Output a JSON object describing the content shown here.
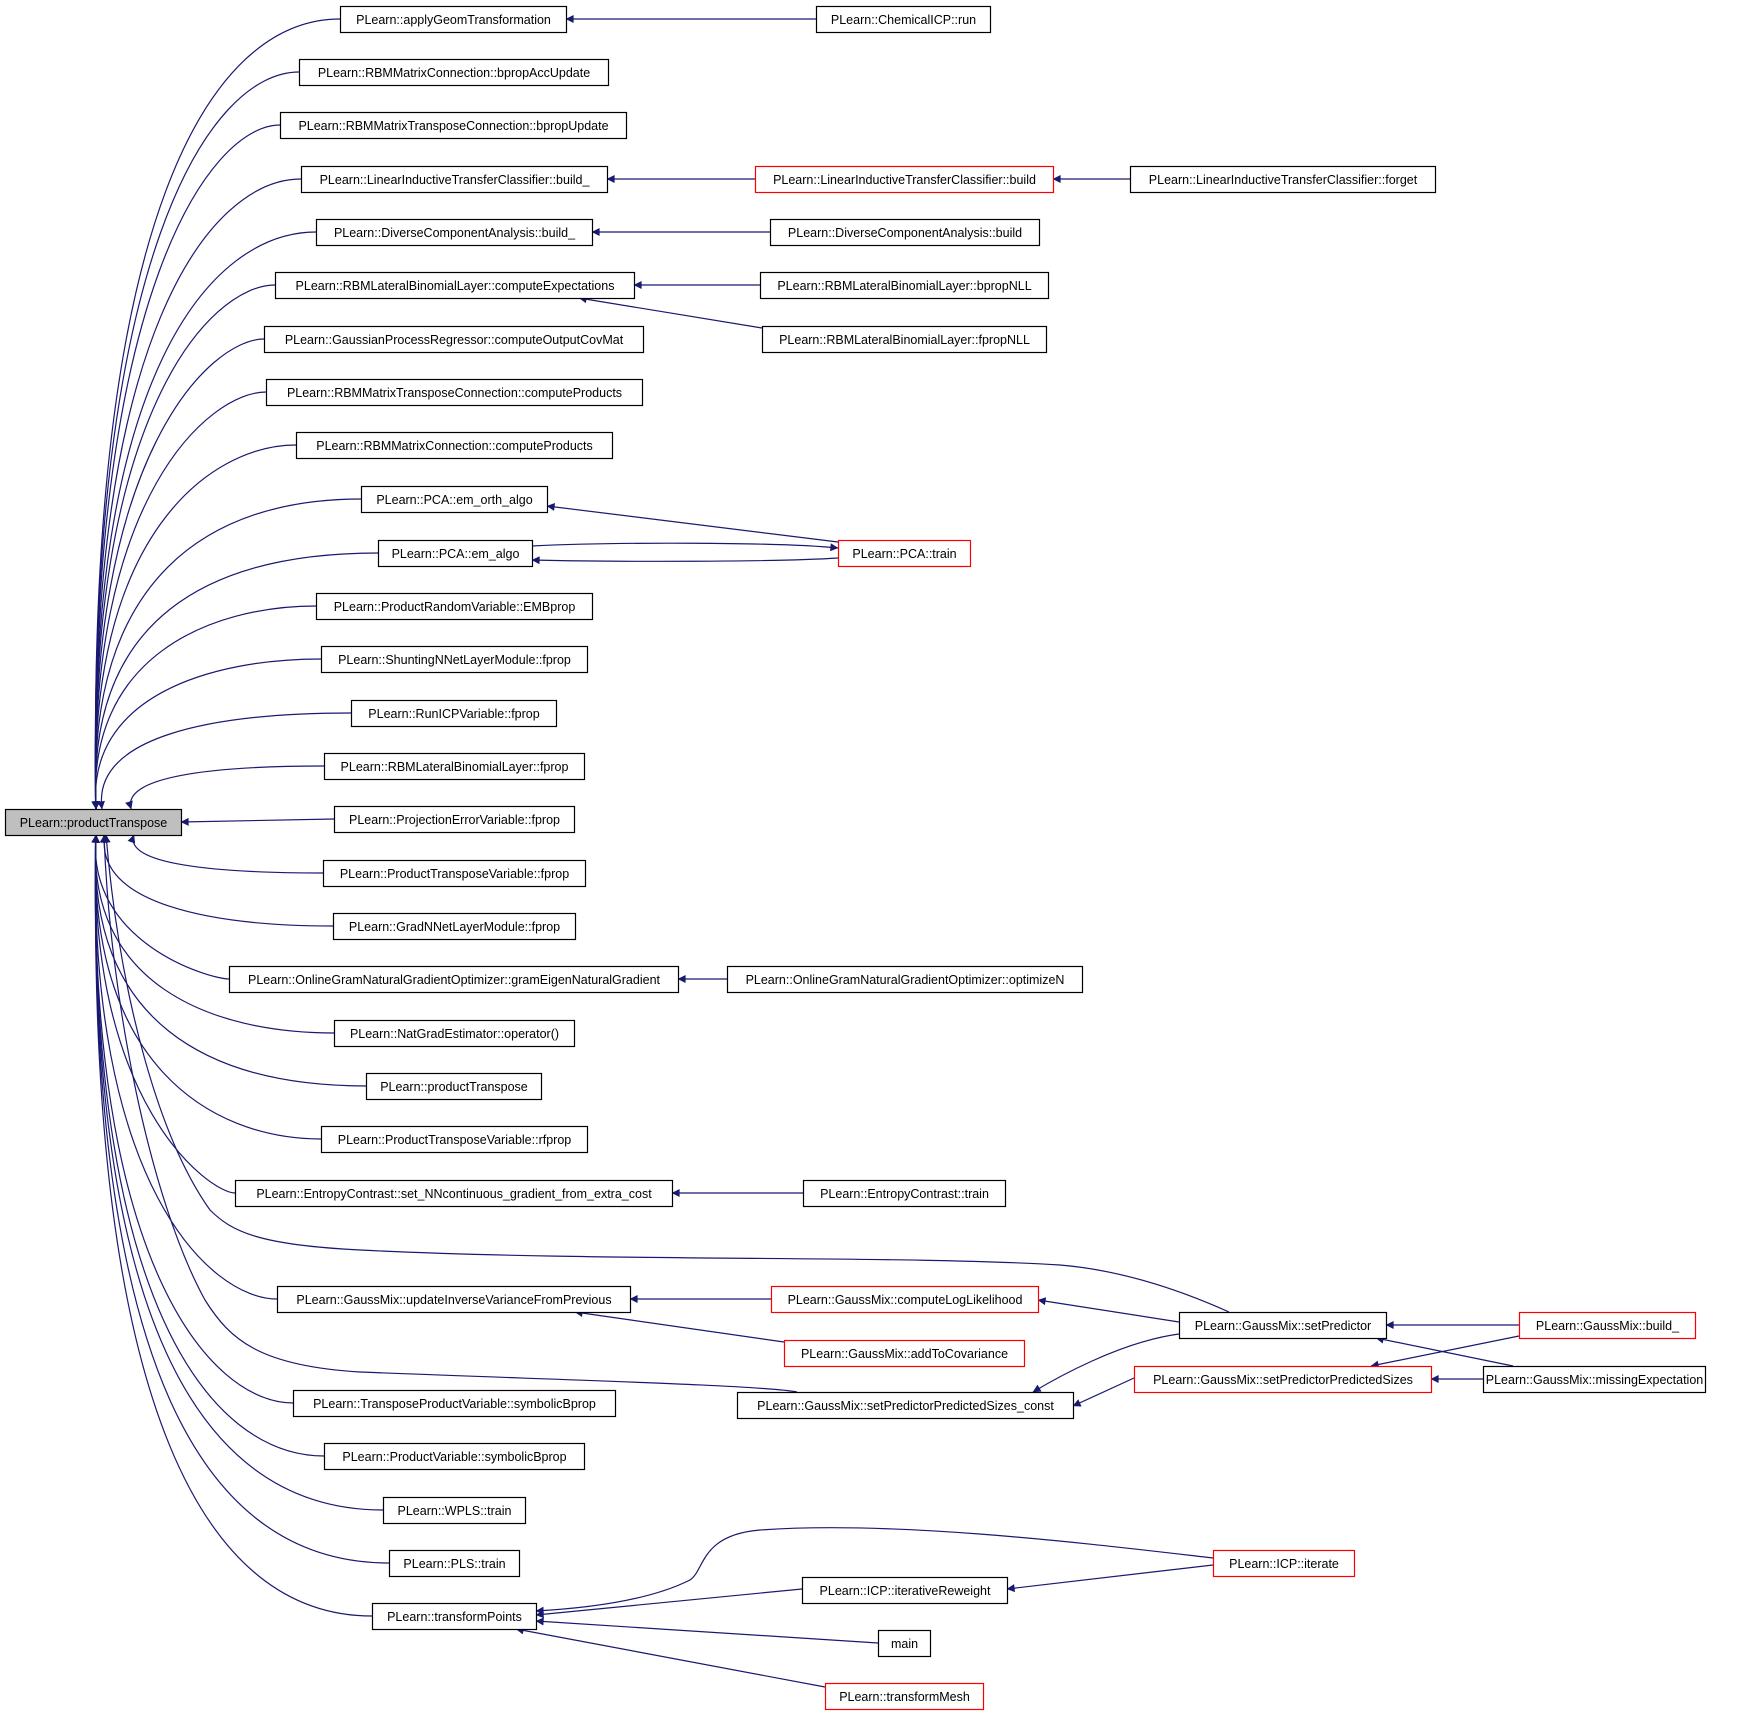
{
  "colors": {
    "edge": "#191970",
    "node_border": "#000000",
    "node_border_truncated": "#ff0000",
    "root_fill": "#bfbfbf",
    "node_fill": "#ffffff"
  },
  "nodes": [
    {
      "id": "root",
      "label": "PLearn::productTranspose",
      "style": "root"
    },
    {
      "id": "n1",
      "label": "PLearn::applyGeomTransformation",
      "style": "normal"
    },
    {
      "id": "n2",
      "label": "PLearn::RBMMatrixConnection::bpropAccUpdate",
      "style": "normal"
    },
    {
      "id": "n3",
      "label": "PLearn::RBMMatrixTransposeConnection::bpropUpdate",
      "style": "normal"
    },
    {
      "id": "n4",
      "label": "PLearn::LinearInductiveTransferClassifier::build_",
      "style": "normal"
    },
    {
      "id": "n5",
      "label": "PLearn::DiverseComponentAnalysis::build_",
      "style": "normal"
    },
    {
      "id": "n6",
      "label": "PLearn::RBMLateralBinomialLayer::computeExpectations",
      "style": "normal"
    },
    {
      "id": "n7",
      "label": "PLearn::GaussianProcessRegressor::computeOutputCovMat",
      "style": "normal"
    },
    {
      "id": "n8",
      "label": "PLearn::RBMMatrixTransposeConnection::computeProducts",
      "style": "normal"
    },
    {
      "id": "n9",
      "label": "PLearn::RBMMatrixConnection::computeProducts",
      "style": "normal"
    },
    {
      "id": "n10",
      "label": "PLearn::PCA::em_orth_algo",
      "style": "normal"
    },
    {
      "id": "n11",
      "label": "PLearn::PCA::em_algo",
      "style": "normal"
    },
    {
      "id": "n12",
      "label": "PLearn::ProductRandomVariable::EMBprop",
      "style": "normal"
    },
    {
      "id": "n13",
      "label": "PLearn::ShuntingNNetLayerModule::fprop",
      "style": "normal"
    },
    {
      "id": "n14",
      "label": "PLearn::RunICPVariable::fprop",
      "style": "normal"
    },
    {
      "id": "n15",
      "label": "PLearn::RBMLateralBinomialLayer::fprop",
      "style": "normal"
    },
    {
      "id": "n16",
      "label": "PLearn::ProjectionErrorVariable::fprop",
      "style": "normal"
    },
    {
      "id": "n17",
      "label": "PLearn::ProductTransposeVariable::fprop",
      "style": "normal"
    },
    {
      "id": "n18",
      "label": "PLearn::GradNNetLayerModule::fprop",
      "style": "normal"
    },
    {
      "id": "n19",
      "label": "PLearn::OnlineGramNaturalGradientOptimizer::gramEigenNaturalGradient",
      "style": "normal"
    },
    {
      "id": "n20",
      "label": "PLearn::NatGradEstimator::operator()",
      "style": "normal"
    },
    {
      "id": "n21",
      "label": "PLearn::productTranspose",
      "style": "normal"
    },
    {
      "id": "n22",
      "label": "PLearn::ProductTransposeVariable::rfprop",
      "style": "normal"
    },
    {
      "id": "n23",
      "label": "PLearn::EntropyContrast::set_NNcontinuous_gradient_from_extra_cost",
      "style": "normal"
    },
    {
      "id": "n24",
      "label": "PLearn::GaussMix::updateInverseVarianceFromPrevious",
      "style": "normal"
    },
    {
      "id": "n25",
      "label": "PLearn::TransposeProductVariable::symbolicBprop",
      "style": "normal"
    },
    {
      "id": "n26",
      "label": "PLearn::ProductVariable::symbolicBprop",
      "style": "normal"
    },
    {
      "id": "n27",
      "label": "PLearn::WPLS::train",
      "style": "normal"
    },
    {
      "id": "n28",
      "label": "PLearn::PLS::train",
      "style": "normal"
    },
    {
      "id": "n29",
      "label": "PLearn::transformPoints",
      "style": "normal"
    },
    {
      "id": "m1",
      "label": "PLearn::ChemicalICP::run",
      "style": "normal"
    },
    {
      "id": "m2",
      "label": "PLearn::LinearInductiveTransferClassifier::build",
      "style": "truncated"
    },
    {
      "id": "m3",
      "label": "PLearn::DiverseComponentAnalysis::build",
      "style": "normal"
    },
    {
      "id": "m4",
      "label": "PLearn::RBMLateralBinomialLayer::bpropNLL",
      "style": "normal"
    },
    {
      "id": "m5",
      "label": "PLearn::RBMLateralBinomialLayer::fpropNLL",
      "style": "normal"
    },
    {
      "id": "m6",
      "label": "PLearn::PCA::train",
      "style": "truncated"
    },
    {
      "id": "m7",
      "label": "PLearn::OnlineGramNaturalGradientOptimizer::optimizeN",
      "style": "normal"
    },
    {
      "id": "m8",
      "label": "PLearn::EntropyContrast::train",
      "style": "normal"
    },
    {
      "id": "m9",
      "label": "PLearn::GaussMix::computeLogLikelihood",
      "style": "truncated"
    },
    {
      "id": "m10",
      "label": "PLearn::GaussMix::addToCovariance",
      "style": "truncated"
    },
    {
      "id": "m11",
      "label": "PLearn::GaussMix::setPredictorPredictedSizes_const",
      "style": "normal"
    },
    {
      "id": "m12",
      "label": "PLearn::ICP::iterativeReweight",
      "style": "normal"
    },
    {
      "id": "m13",
      "label": "main",
      "style": "normal"
    },
    {
      "id": "m14",
      "label": "PLearn::transformMesh",
      "style": "truncated"
    },
    {
      "id": "r1",
      "label": "PLearn::LinearInductiveTransferClassifier::forget",
      "style": "normal"
    },
    {
      "id": "r2",
      "label": "PLearn::GaussMix::setPredictor",
      "style": "normal"
    },
    {
      "id": "r3",
      "label": "PLearn::GaussMix::setPredictorPredictedSizes",
      "style": "truncated"
    },
    {
      "id": "r4",
      "label": "PLearn::ICP::iterate",
      "style": "truncated"
    },
    {
      "id": "q1",
      "label": "PLearn::GaussMix::build_",
      "style": "truncated"
    },
    {
      "id": "q2",
      "label": "PLearn::GaussMix::missingExpectation",
      "style": "normal"
    }
  ],
  "edges": [
    {
      "from": "n1",
      "to": "root"
    },
    {
      "from": "n2",
      "to": "root"
    },
    {
      "from": "n3",
      "to": "root"
    },
    {
      "from": "n4",
      "to": "root"
    },
    {
      "from": "n5",
      "to": "root"
    },
    {
      "from": "n6",
      "to": "root"
    },
    {
      "from": "n7",
      "to": "root"
    },
    {
      "from": "n8",
      "to": "root"
    },
    {
      "from": "n9",
      "to": "root"
    },
    {
      "from": "n10",
      "to": "root"
    },
    {
      "from": "n11",
      "to": "root"
    },
    {
      "from": "n12",
      "to": "root"
    },
    {
      "from": "n13",
      "to": "root"
    },
    {
      "from": "n14",
      "to": "root"
    },
    {
      "from": "n15",
      "to": "root"
    },
    {
      "from": "n16",
      "to": "root"
    },
    {
      "from": "n17",
      "to": "root"
    },
    {
      "from": "n18",
      "to": "root"
    },
    {
      "from": "n19",
      "to": "root"
    },
    {
      "from": "n20",
      "to": "root"
    },
    {
      "from": "n21",
      "to": "root"
    },
    {
      "from": "n22",
      "to": "root"
    },
    {
      "from": "n23",
      "to": "root"
    },
    {
      "from": "r2",
      "to": "root"
    },
    {
      "from": "n24",
      "to": "root"
    },
    {
      "from": "m11",
      "to": "root"
    },
    {
      "from": "n25",
      "to": "root"
    },
    {
      "from": "n26",
      "to": "root"
    },
    {
      "from": "n27",
      "to": "root"
    },
    {
      "from": "n28",
      "to": "root"
    },
    {
      "from": "n29",
      "to": "root"
    },
    {
      "from": "m1",
      "to": "n1"
    },
    {
      "from": "m2",
      "to": "n4"
    },
    {
      "from": "r1",
      "to": "m2"
    },
    {
      "from": "m3",
      "to": "n5"
    },
    {
      "from": "m4",
      "to": "n6"
    },
    {
      "from": "m5",
      "to": "n6"
    },
    {
      "from": "m6",
      "to": "n10"
    },
    {
      "from": "m6",
      "to": "n11"
    },
    {
      "from": "n11",
      "to": "m6"
    },
    {
      "from": "m7",
      "to": "n19"
    },
    {
      "from": "m8",
      "to": "n23"
    },
    {
      "from": "m9",
      "to": "n24"
    },
    {
      "from": "m10",
      "to": "n24"
    },
    {
      "from": "r2",
      "to": "m9"
    },
    {
      "from": "r2",
      "to": "m11"
    },
    {
      "from": "r3",
      "to": "m11"
    },
    {
      "from": "q1",
      "to": "r2"
    },
    {
      "from": "q2",
      "to": "r2"
    },
    {
      "from": "q1",
      "to": "r3"
    },
    {
      "from": "q2",
      "to": "r3"
    },
    {
      "from": "r4",
      "to": "m12"
    },
    {
      "from": "r4",
      "to": "n29"
    },
    {
      "from": "m12",
      "to": "n29"
    },
    {
      "from": "m13",
      "to": "n29"
    },
    {
      "from": "m14",
      "to": "n29"
    }
  ]
}
